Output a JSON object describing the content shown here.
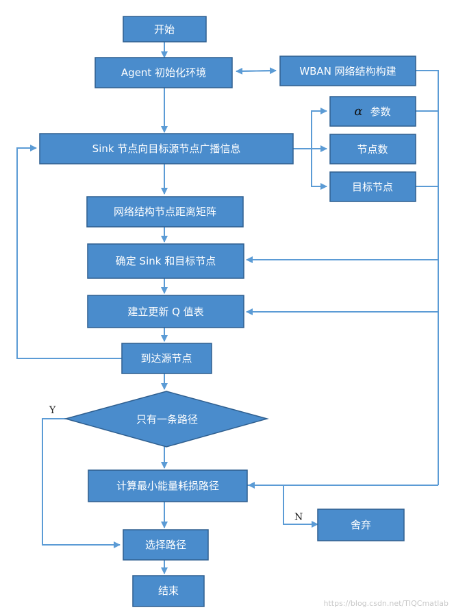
{
  "colors": {
    "box_fill": "#4a8ccc",
    "box_border": "#2f5f8f",
    "line": "#5b9bd5",
    "text": "#ffffff"
  },
  "nodes": {
    "start": "开始",
    "init": "Agent 初始化环境",
    "wban": "WBAN 网络结构构建",
    "alpha_symbol": "α",
    "alpha_text": "参数",
    "node_count": "节点数",
    "target_node": "目标节点",
    "broadcast": "Sink 节点向目标源节点广播信息",
    "dist_matrix": "网络结构节点距离矩阵",
    "determine": "确定 Sink 和目标节点",
    "update_q": "建立更新 Q 值表",
    "reach": "到达源节点",
    "only_one": "只有一条路径",
    "compute": "计算最小能量耗损路径",
    "discard": "舍弃",
    "select": "选择路径",
    "end": "结束"
  },
  "edge_labels": {
    "yes": "Y",
    "no": "N"
  },
  "watermark": "https://blog.csdn.net/TIQCmatlab"
}
